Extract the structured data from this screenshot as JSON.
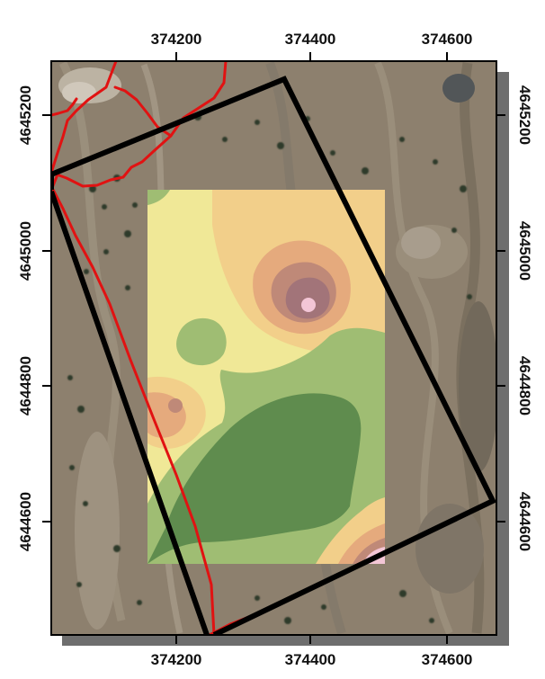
{
  "map": {
    "type": "georeferenced aerial photo map with interpolated contour overlay",
    "colors": {
      "frame_shadow": "#6e6e6e",
      "frame_border": "#000000",
      "aerial_base": "#8d806e",
      "trail_red": "#e11212",
      "boundary_black": "#000000",
      "contour_fills": [
        "#5f8c4e",
        "#9fbd73",
        "#d8df94",
        "#f0e897",
        "#f2cf8a",
        "#e5aa7d",
        "#bf8978",
        "#a27479",
        "#f3c6d6"
      ]
    },
    "axes": {
      "x_ticks_top": [
        "374200",
        "374400",
        "374600"
      ],
      "x_ticks_bottom": [
        "374200",
        "374400",
        "374600"
      ],
      "y_ticks_left": [
        "4645200",
        "4645000",
        "4644800",
        "4644600"
      ],
      "y_ticks_right": [
        "4645200",
        "4645000",
        "4644800",
        "4644600"
      ],
      "x_tick_values": [
        374200,
        374400,
        374600
      ],
      "y_tick_values": [
        4645200,
        4645000,
        4644800,
        4644600
      ],
      "grid": false
    },
    "overlays": {
      "red_trail_network": true,
      "black_boundary_polygon": true,
      "contour_raster": true
    }
  }
}
